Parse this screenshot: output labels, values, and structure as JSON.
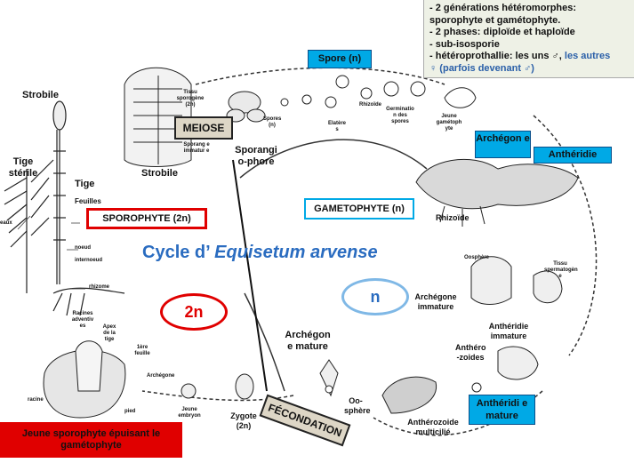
{
  "info_box": {
    "line1": "- 2 générations hétéromorphes:",
    "line2": "sporophyte et gamétophyte.",
    "line3": "- 2 phases:  diploïde et haploïde",
    "line4": "- sub-isosporie",
    "line5_a": "- hétéroprothallie: les uns ♂, ",
    "line5_b": "les autres",
    "line6": "♀ (parfois devenant ♂)"
  },
  "boxes": {
    "spore": "Spore (n)",
    "meiose": "MEIOSE",
    "archegone": "Archégon e",
    "antheridie": "Anthéridie",
    "gametophyte": "GAMETOPHYTE (n)",
    "sporophyte": "SPOROPHYTE (2n)",
    "n_label": "n",
    "two_n_label": "2n",
    "antheridie_mature": "Anthéridi e mature",
    "fecondation": "FÉCONDATION",
    "jeune_sporophyte": "Jeune sporophyte épuisant le gamétophyte"
  },
  "title": {
    "prefix": "Cycle d’ ",
    "italic": "Equisetum arvense"
  },
  "labels": {
    "strobile_top": "Strobile",
    "tige_sterile": "Tige stérile",
    "tige_fertile": "Tige",
    "feuilles": "Feuilles",
    "eaux": "eaux",
    "noeud": "noeud",
    "internoeud": "internoeud",
    "rhizome": "rhizome",
    "racines": "Racines adventiv es",
    "apex": "Apex de la tige",
    "tere_feuille": "1ère feuille",
    "archegone_bas": "Archégone",
    "racine": "racine",
    "pied": "pied",
    "jeune_embryon": "Jeune embryon",
    "zygote": "Zygote (2n)",
    "strobile_mid": "Strobile",
    "sporange": "Sporang e immatur e",
    "tissu_sporogene": "Tissu sporogène (2n)",
    "spores_n": "Spores (n)",
    "sporangiophore": "Sporangi o-phore",
    "elateres": "Elatère s",
    "rhizoide_top": "Rhizoïde",
    "germination": "Germinatio n des spores",
    "jeune_gametophyte": "Jeune gamétoph yte",
    "rhizoide": "Rhizoïde",
    "oosphere_top": "Oosphère",
    "tissu_spermatogene": "Tissu spermatogèn e",
    "archegone_immature": "Archégone immature",
    "antheridie_immature": "Anthéridie immature",
    "anthero_zoides": "Anthéro -zoides",
    "archegone_mature": "Archégon e mature",
    "oosphere": "Oo- sphère",
    "antherozoide_multicilie": "Anthérozoide multicilié"
  },
  "colors": {
    "cyan": "#00a9e6",
    "red": "#e00000",
    "title_blue": "#2a6cc0",
    "info_bg": "#eef1e6"
  }
}
